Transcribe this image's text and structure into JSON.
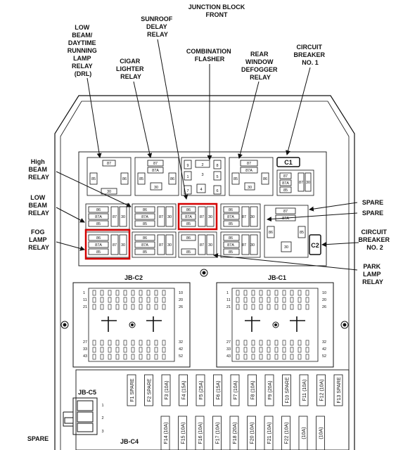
{
  "header": {
    "title": "JUNCTION BLOCK",
    "subtitle": "FRONT"
  },
  "labels": {
    "drl": [
      "LOW",
      "BEAM/",
      "DAYTIME",
      "RUNNING",
      "LAMP",
      "RELAY",
      "(DRL)"
    ],
    "cigar": [
      "CIGAR",
      "LIGHTER",
      "RELAY"
    ],
    "sunroof": [
      "SUNROOF",
      "DELAY",
      "RELAY"
    ],
    "flasher": [
      "COMBINATION",
      "FLASHER"
    ],
    "defogger": [
      "REAR",
      "WINDOW",
      "DEFOGGER",
      "RELAY"
    ],
    "cb1": [
      "CIRCUIT",
      "BREAKER",
      "NO. 1"
    ],
    "highbeam": [
      "High",
      "BEAM",
      "RELAY"
    ],
    "lowbeam": [
      "LOW",
      "BEAM",
      "RELAY"
    ],
    "foglamp": [
      "FOG",
      "LAMP",
      "RELAY"
    ],
    "spare_a": "SPARE",
    "spare_b": "SPARE",
    "cb2": [
      "CIRCUIT",
      "BREAKER",
      "NO. 2"
    ],
    "parklamp": [
      "PARK",
      "LAMP",
      "RELAY"
    ],
    "spare_bottom": "SPARE"
  },
  "relays": {
    "pin87": "87",
    "pin87A": "87A",
    "pin85": "85",
    "pin86": "86",
    "pin30": "30"
  },
  "flasher": {
    "n9": "9",
    "n2": "2",
    "n8": "8",
    "n1": "1",
    "n3": "3",
    "n5": "5",
    "n7": "7",
    "n4": "4",
    "n6": "6"
  },
  "breakers": {
    "c1": "C1",
    "c2": "C2"
  },
  "connectors": {
    "c2": {
      "name": "JB-C2",
      "left_pins": [
        "1",
        "11",
        "21",
        "27",
        "33",
        "43"
      ],
      "right_pins": [
        "10",
        "20",
        "26",
        "32",
        "42",
        "52"
      ]
    },
    "c1": {
      "name": "JB-C1",
      "left_pins": [
        "1",
        "11",
        "21",
        "27",
        "33",
        "43"
      ],
      "right_pins": [
        "10",
        "20",
        "26",
        "32",
        "42",
        "52"
      ]
    },
    "c5": {
      "name": "JB-C5",
      "pins": [
        "1",
        "2",
        "3"
      ]
    },
    "c4": {
      "name": "JB-C4"
    }
  },
  "fuses_top": [
    "F1 SPARE",
    "F2 SPARE",
    "F3 (10A)",
    "F4 (15A)",
    "F5 (25A)",
    "F6 (15A)",
    "F7 (10A)",
    "F8 (10A)",
    "F9 (20A)",
    "F10 SPARE",
    "F11 (10A)",
    "F12 (10A)",
    "F13 SPARE"
  ],
  "fuses_bottom": [
    "F14 (10A)",
    "F15 (10A)",
    "F16 (10A)",
    "F17 (10A)",
    "F18 (20A)",
    "F20 (10A)",
    "F21 (10A)",
    "F22 (10A)",
    "(10A)",
    "(10A)"
  ],
  "highlight_color": "#d40000"
}
